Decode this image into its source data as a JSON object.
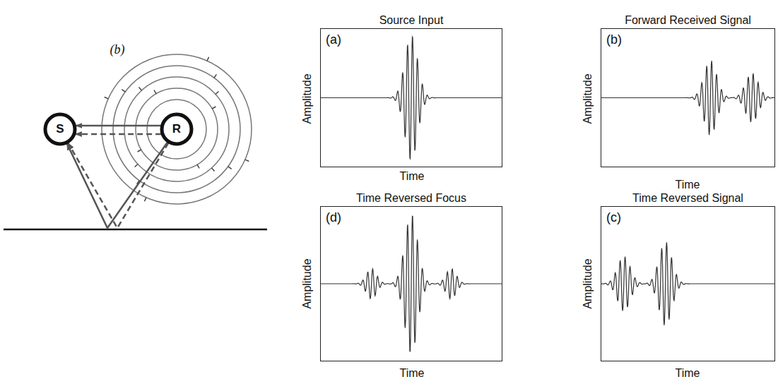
{
  "diagram": {
    "nodes": [
      {
        "text": [
          "S"
        ]
      },
      {
        "text": [
          "R"
        ]
      },
      {
        "text": [
          "Source Input",
          "(a)"
        ]
      },
      {
        "text": [
          "Forward Received Signal",
          "(b)"
        ]
      },
      {
        "text": [
          "Time Reversed Focus",
          "(d)"
        ]
      },
      {
        "text": [
          "Time Reversed Signal",
          "(c)"
        ]
      }
    ],
    "edges": [
      {
        "from": 1,
        "to": 0,
        "arrow": "to"
      },
      {
        "from": 1,
        "to": 0,
        "arrow": "to"
      },
      {
        "from": 1,
        "to": 0,
        "arrow": "to"
      },
      {
        "from": 1,
        "to": 0,
        "arrow": "to"
      }
    ],
    "labels": [
      "(b)",
      "Amplitude",
      "Time",
      "Amplitude",
      "Time",
      "Amplitude",
      "Time",
      "Amplitude",
      "Time"
    ]
  }
}
